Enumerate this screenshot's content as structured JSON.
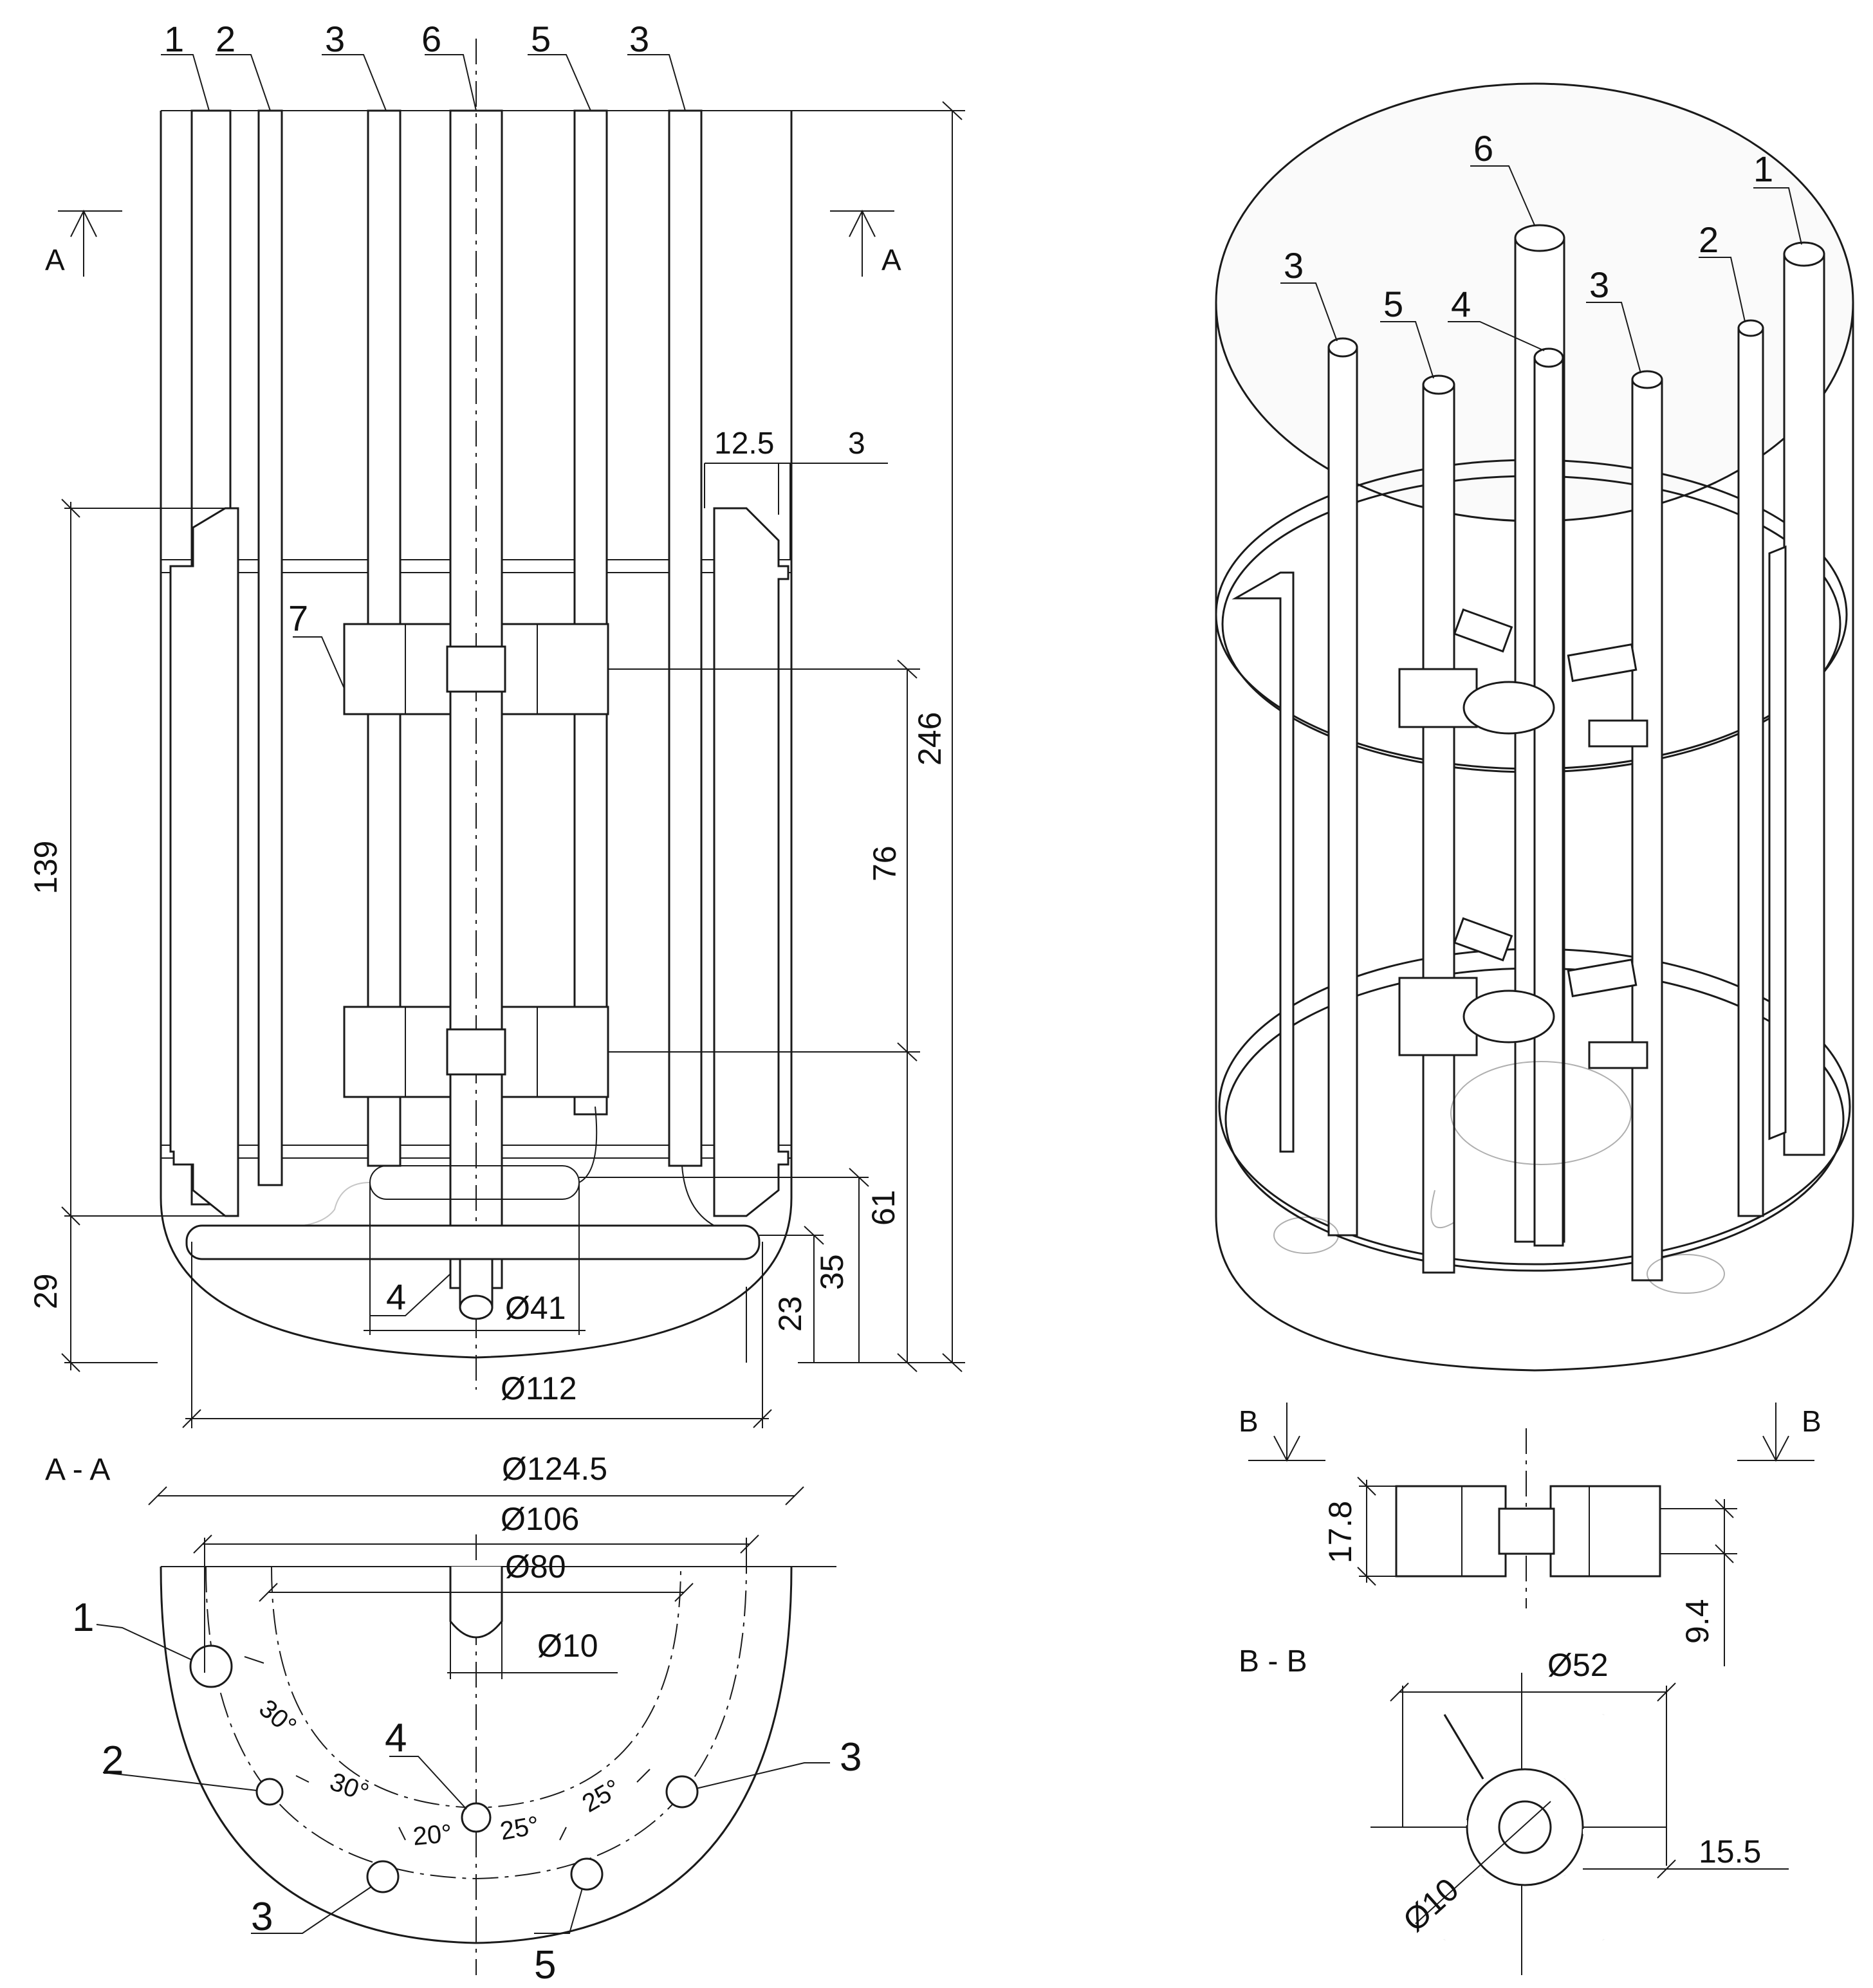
{
  "callouts": {
    "top_1": "1",
    "top_2": "2",
    "top_3a": "3",
    "top_6": "6",
    "top_5": "5",
    "top_3b": "3",
    "label_7": "7",
    "label_4_front": "4",
    "iso_6": "6",
    "iso_1": "1",
    "iso_2": "2",
    "iso_3a": "3",
    "iso_5": "5",
    "iso_4": "4",
    "iso_3b": "3",
    "aa_1": "1",
    "aa_2": "2",
    "aa_3left": "3",
    "aa_4": "4",
    "aa_5": "5",
    "aa_3right": "3"
  },
  "section_marks": {
    "a_left": "A",
    "a_right": "A",
    "aa_title": "A - A",
    "b_left": "B",
    "b_right": "B",
    "bb_title": "B - B"
  },
  "dimensions": {
    "d_12_5": "12.5",
    "d_3": "3",
    "d_246": "246",
    "d_139": "139",
    "d_76": "76",
    "d_29": "29",
    "d_61": "61",
    "d_35": "35",
    "d_23": "23",
    "d_phi41": "Ø41",
    "d_phi112": "Ø112",
    "d_phi124_5": "Ø124.5",
    "d_phi106": "Ø106",
    "d_phi80": "Ø80",
    "d_phi10_aa": "Ø10",
    "ang_30a": "30°",
    "ang_30b": "30°",
    "ang_20": "20°",
    "ang_25a": "25°",
    "ang_25b": "25°",
    "d_17_8": "17.8",
    "d_9_4": "9.4",
    "d_phi52": "Ø52",
    "d_15_5": "15.5",
    "d_phi10_bb": "Ø10"
  }
}
